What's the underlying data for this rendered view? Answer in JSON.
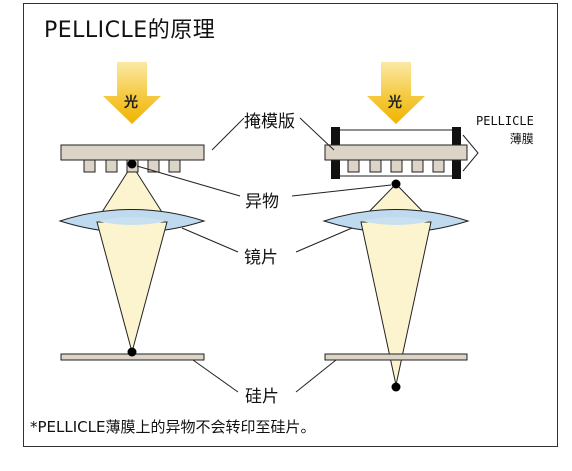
{
  "title": "PELLICLE的原理",
  "light_label": "光",
  "labels": {
    "photomask": "掩模版",
    "pellicle_line1": "PELLICLE",
    "pellicle_line2": "薄膜",
    "foreign_matter": "异物",
    "lens": "镜片",
    "wafer": "硅片"
  },
  "note": "*PELLICLE薄膜上的异物不会转印至硅片。",
  "colors": {
    "light_arrow": "#F0B400",
    "light_arrow_fade": "#FCE9A6",
    "mask_fill": "#DCD4C7",
    "lens_fill": "#BFD9EE",
    "light_cone": "#FBF4CF",
    "pellicle_frame": "#111111"
  }
}
